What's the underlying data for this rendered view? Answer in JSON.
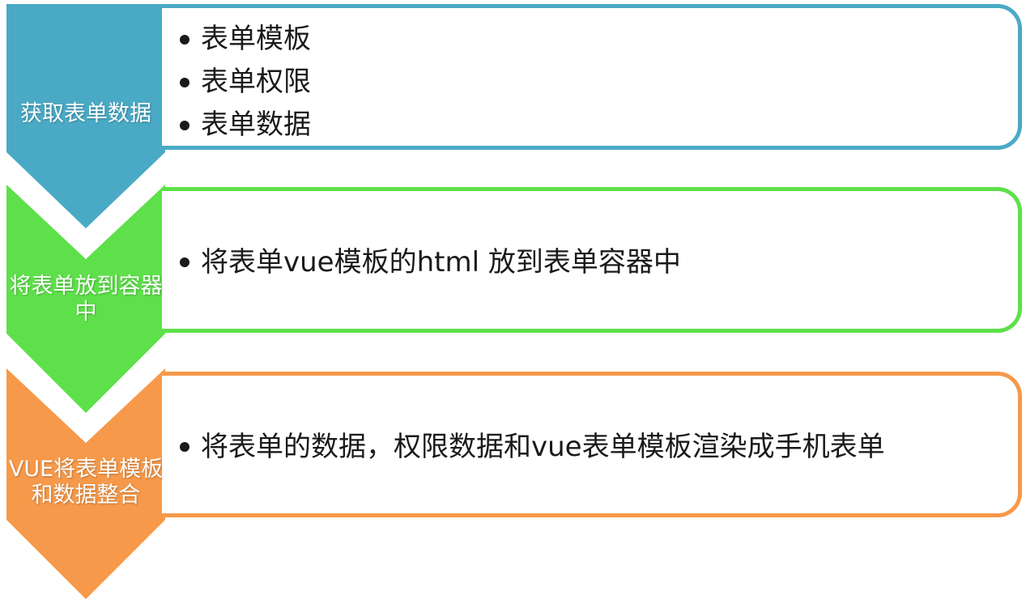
{
  "stages": [
    {
      "label": "获取表单数据",
      "color": "#4aaac5",
      "bullets": [
        "表单模板",
        "表单权限",
        "表单数据"
      ]
    },
    {
      "label": "将表单放到容器中",
      "color": "#5ee04a",
      "bullets": [
        "将表单vue模板的html 放到表单容器中"
      ]
    },
    {
      "label": "VUE将表单模板和数据整合",
      "color": "#f6994a",
      "bullets": [
        "将表单的数据，权限数据和vue表单模板渲染成手机表单"
      ]
    }
  ]
}
